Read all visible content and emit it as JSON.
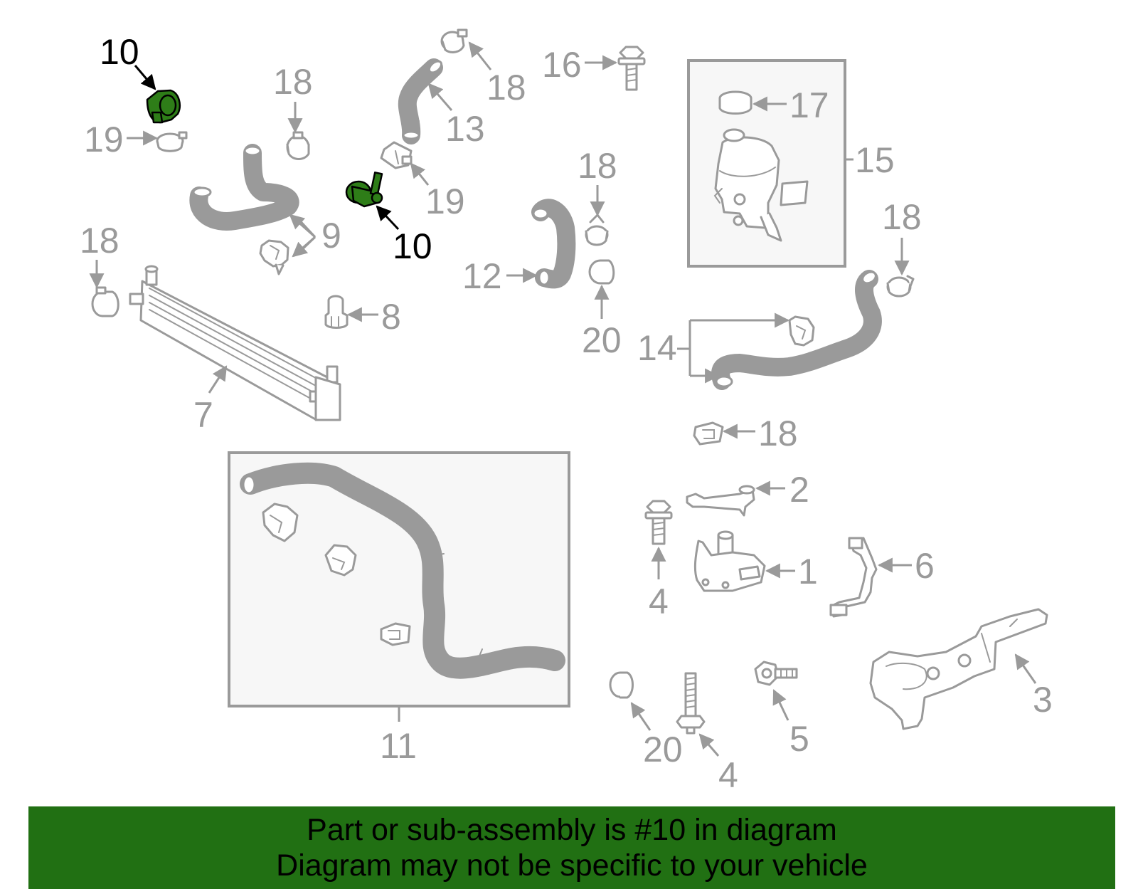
{
  "colors": {
    "part_gray": "#9a9a9a",
    "highlight_fill": "#2e7d18",
    "banner_bg": "#217013",
    "banner_text": "#000000"
  },
  "highlight_part": "10",
  "callouts": {
    "c10a": "10",
    "c19a": "19",
    "c18a": "18",
    "c9": "9",
    "c10b": "10",
    "c18b": "18",
    "c13": "13",
    "c19b": "19",
    "c16": "16",
    "c17": "17",
    "c15": "15",
    "c18c": "18",
    "c18d": "18",
    "c12": "12",
    "c20a": "20",
    "c18e": "18",
    "c14": "14",
    "c8": "8",
    "c7": "7",
    "c18f": "18",
    "c2": "2",
    "c1": "1",
    "c6": "6",
    "c4a": "4",
    "c3": "3",
    "c20b": "20",
    "c4b": "4",
    "c5": "5",
    "c11": "11"
  },
  "banner": {
    "line1": "Part or sub-assembly is #10 in diagram",
    "line2": "Diagram may not be specific to your vehicle"
  }
}
